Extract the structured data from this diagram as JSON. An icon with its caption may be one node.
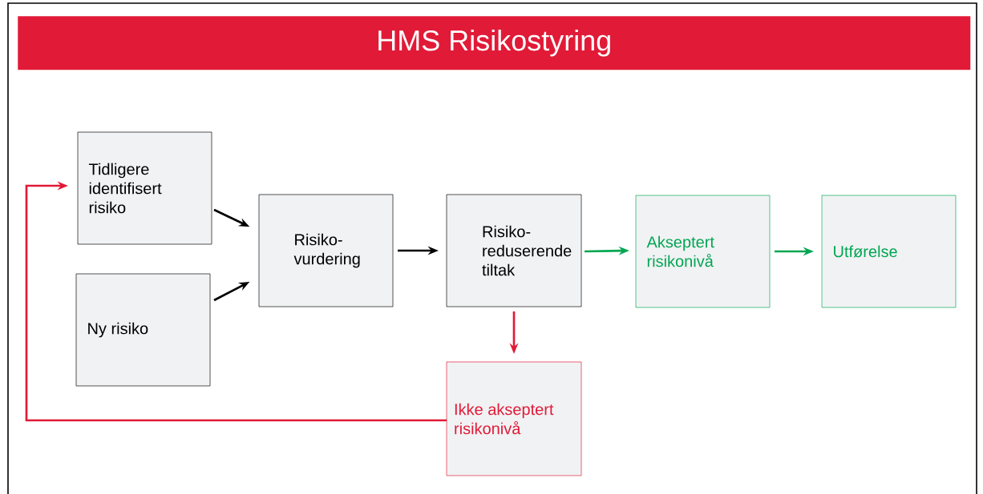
{
  "diagram": {
    "title": "HMS Risikostyring",
    "nodes": [
      {
        "text": [
          "Tidligere identifisert risiko"
        ]
      },
      {
        "text": [
          "Ny risiko"
        ]
      },
      {
        "text": [
          "Risiko-vurdering"
        ]
      },
      {
        "text": [
          "Risiko-reduserende tiltak"
        ]
      },
      {
        "text": [
          "Akseptert risikonivå"
        ]
      },
      {
        "text": [
          "Utførelse"
        ]
      },
      {
        "text": [
          "Ikke akseptert risikonivå"
        ]
      }
    ],
    "edges": [
      {
        "from": 0,
        "to": 2,
        "arrow": "to"
      },
      {
        "from": 1,
        "to": 2,
        "arrow": "to"
      },
      {
        "from": 2,
        "to": 3,
        "arrow": "to"
      },
      {
        "from": 3,
        "to": 4,
        "arrow": "to",
        "color": "#00a651"
      },
      {
        "from": 4,
        "to": 5,
        "arrow": "to",
        "color": "#00a651"
      },
      {
        "from": 3,
        "to": 6,
        "arrow": "to",
        "color": "#e11a37"
      },
      {
        "from": 6,
        "to": 0,
        "arrow": "to",
        "color": "#e11a37"
      }
    ]
  }
}
